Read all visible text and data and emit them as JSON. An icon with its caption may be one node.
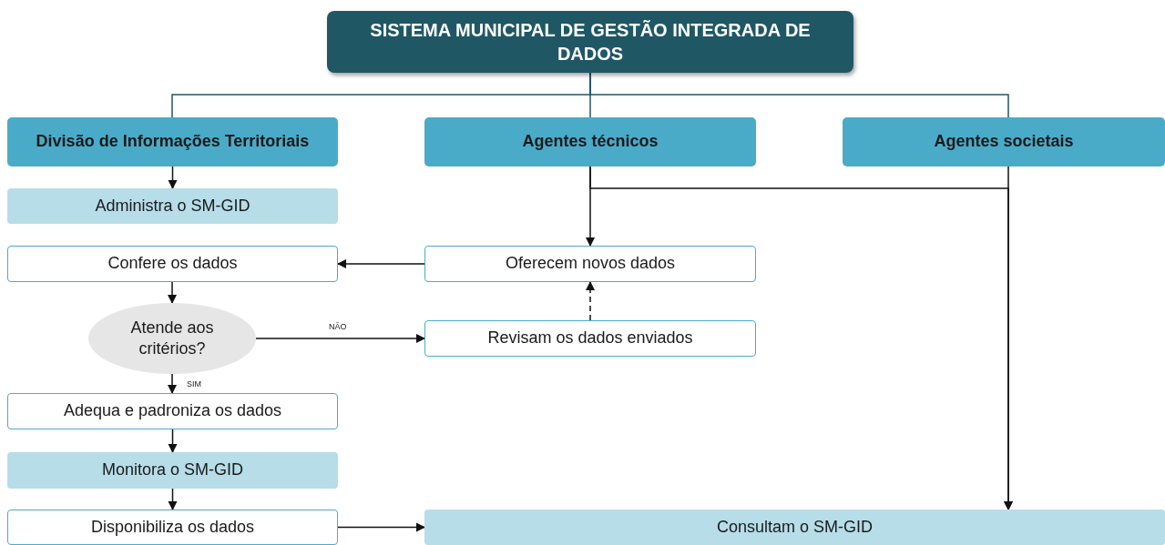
{
  "diagram": {
    "nodes": [
      {
        "text": [
          "SISTEMA MUNICIPAL DE GESTÃO INTEGRADA DE DADOS"
        ]
      },
      {
        "text": [
          "Divisão de Informações Territoriais"
        ]
      },
      {
        "text": [
          "Agentes técnicos"
        ]
      },
      {
        "text": [
          "Agentes societais"
        ]
      },
      {
        "text": [
          "Administra o SM-GID"
        ]
      },
      {
        "text": [
          "Confere os dados"
        ]
      },
      {
        "text": [
          "Atende aos critérios?"
        ]
      },
      {
        "text": [
          "Adequa e padroniza os dados"
        ]
      },
      {
        "text": [
          "Monitora o SM-GID"
        ]
      },
      {
        "text": [
          "Disponibiliza os dados"
        ]
      },
      {
        "text": [
          "Oferecem novos dados"
        ]
      },
      {
        "text": [
          "Revisam os dados enviados"
        ]
      },
      {
        "text": [
          "Consultam o SM-GID"
        ]
      }
    ],
    "edges": [
      {
        "from": 0,
        "to": 1,
        "arrow": "none"
      },
      {
        "from": 0,
        "to": 2,
        "arrow": "none"
      },
      {
        "from": 0,
        "to": 3,
        "arrow": "none"
      },
      {
        "from": 1,
        "to": 4,
        "arrow": "to"
      },
      {
        "from": 2,
        "to": 10,
        "arrow": "to"
      },
      {
        "from": 2,
        "to": 12,
        "arrow": "to"
      },
      {
        "from": 3,
        "to": 12,
        "arrow": "to"
      },
      {
        "from": 10,
        "to": 5,
        "arrow": "to"
      },
      {
        "from": 5,
        "to": 6,
        "arrow": "to"
      },
      {
        "from": 6,
        "to": 11,
        "arrow": "to",
        "label": "NÃO"
      },
      {
        "from": 6,
        "to": 7,
        "arrow": "to",
        "label": "SIM"
      },
      {
        "from": 11,
        "to": 10,
        "arrow": "to",
        "style": "dashed"
      },
      {
        "from": 7,
        "to": 8,
        "arrow": "to"
      },
      {
        "from": 8,
        "to": 9,
        "arrow": "to"
      },
      {
        "from": 9,
        "to": 12,
        "arrow": "to"
      }
    ]
  }
}
